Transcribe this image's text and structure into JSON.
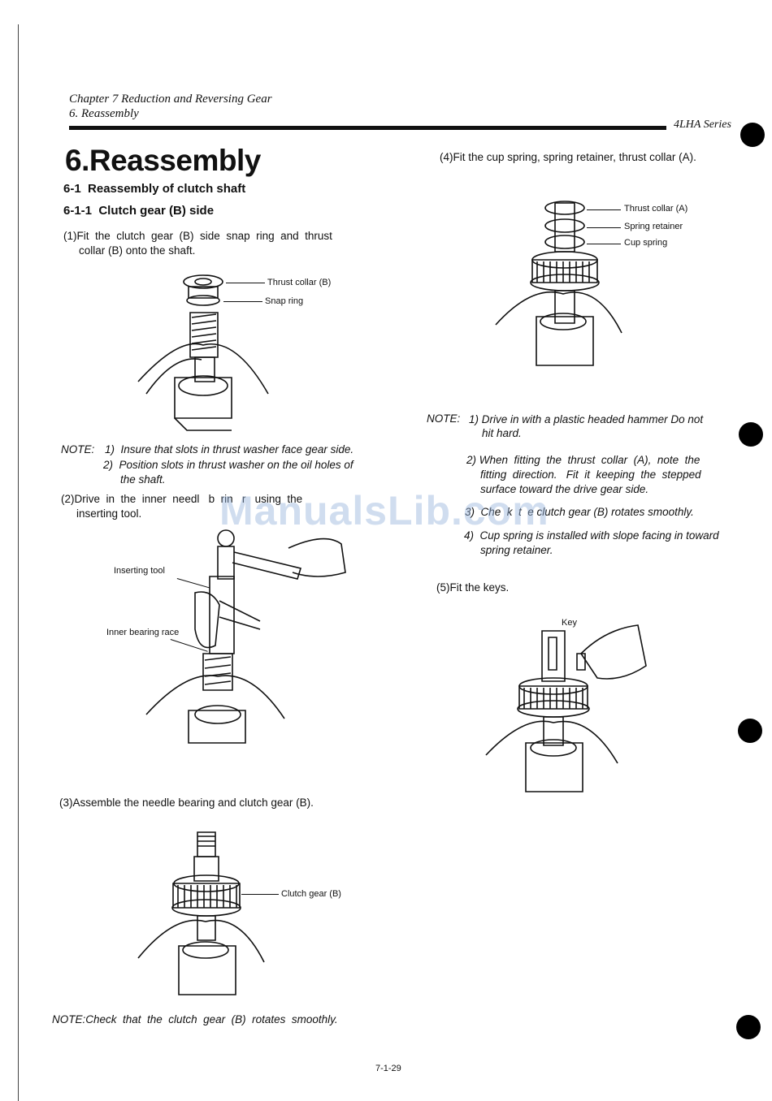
{
  "header": {
    "chapter": "Chapter 7 Reduction and Reversing Gear",
    "section": "6. Reassembly",
    "series": "4LHA Series"
  },
  "title": "6.Reassembly",
  "sub1": "6-1  Reassembly of clutch shaft",
  "sub2": "6-1-1  Clutch gear (B) side",
  "steps": {
    "s1_line1": "(1)Fit  the  clutch  gear  (B)  side  snap  ring  and  thrust",
    "s1_line2": "collar (B) onto the shaft.",
    "s2_line1": "(2)Drive  in  the  inner  needl   b  rin   r   using  the",
    "s2_line2": "inserting tool.",
    "s3": "(3)Assemble the needle bearing and clutch gear (B).",
    "s4": "(4)Fit the cup spring, spring retainer, thrust collar (A).",
    "s5": "(5)Fit the keys."
  },
  "labels": {
    "thrust_collar_b": "Thrust collar (B)",
    "snap_ring": "Snap ring",
    "inserting_tool": "Inserting tool",
    "inner_bearing_race": "Inner bearing race",
    "clutch_gear_b": "Clutch gear (B)",
    "thrust_collar_a": "Thrust collar (A)",
    "spring_retainer": "Spring retainer",
    "cup_spring": "Cup spring",
    "key": "Key"
  },
  "note1": {
    "prefix": "NOTE:",
    "item1": "1)  Insure that slots in thrust washer face gear side.",
    "item2_line1": "2)  Position slots in thrust washer on the oil holes of",
    "item2_line2": "the shaft."
  },
  "note_bottom": "NOTE:Check  that  the  clutch  gear  (B)  rotates  smoothly.",
  "note2": {
    "prefix": "NOTE:",
    "item1_line1": "1) Drive in with a plastic headed hammer Do not",
    "item1_line2": "hit hard.",
    "item2_line1": "2) When  fitting  the  thrust  collar  (A),  note  the",
    "item2_line2": "fitting  direction.   Fit  it  keeping  the  stepped",
    "item2_line3": "surface toward the drive gear side.",
    "item3": "3)  Che  k  t  e clutch gear (B) rotates smoothly.",
    "item4_line1": "4)  Cup spring is installed with slope facing in toward",
    "item4_line2": "spring retainer."
  },
  "watermark": "ManualsLib.com",
  "page_number": "7-1-29"
}
